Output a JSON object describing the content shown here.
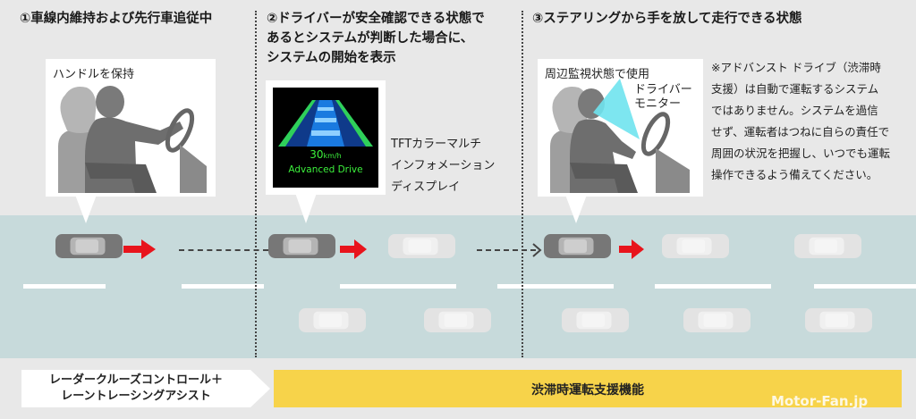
{
  "steps": [
    {
      "lines": [
        "①車線内維持および先行車追従中"
      ]
    },
    {
      "lines": [
        "②ドライバーが安全確認できる状態で",
        "あるとシステムが判断した場合に、",
        "システムの開始を表示"
      ]
    },
    {
      "lines": [
        "③ステアリングから手を放して走行できる状態"
      ]
    }
  ],
  "callouts": {
    "steer": "ハンドルを保持",
    "monitor": "周辺監視状態で使用",
    "driver_monitor": [
      "ドライバー",
      "モニター"
    ]
  },
  "tft_label": [
    "TFTカラーマルチ",
    "インフォメーション",
    "ディスプレイ"
  ],
  "display": {
    "speed": "30",
    "unit": "km/h",
    "mode": "Advanced Drive"
  },
  "note": [
    "※アドバンスト ドライブ（渋滞時",
    "支援）は自動で運転するシステム",
    "ではありません。システムを過信",
    "せず、運転者はつねに自らの責任で",
    "周囲の状況を把握し、いつでも運転",
    "操作できるよう備えてください。"
  ],
  "function_bars": {
    "left": [
      "レーダークルーズコントロール＋",
      "レーントレーシングアシスト"
    ],
    "right": "渋滞時運転支援機能"
  },
  "watermark": "Motor-Fan.jp",
  "colors": {
    "road": "#c7dadb",
    "arrow": "#e8141c",
    "yellow": "#f7d34a",
    "ego_car": "#777777",
    "other_car": "#e3e3e3",
    "monitor_beam": "#6fe3ee",
    "display_green": "#3cf03c"
  }
}
